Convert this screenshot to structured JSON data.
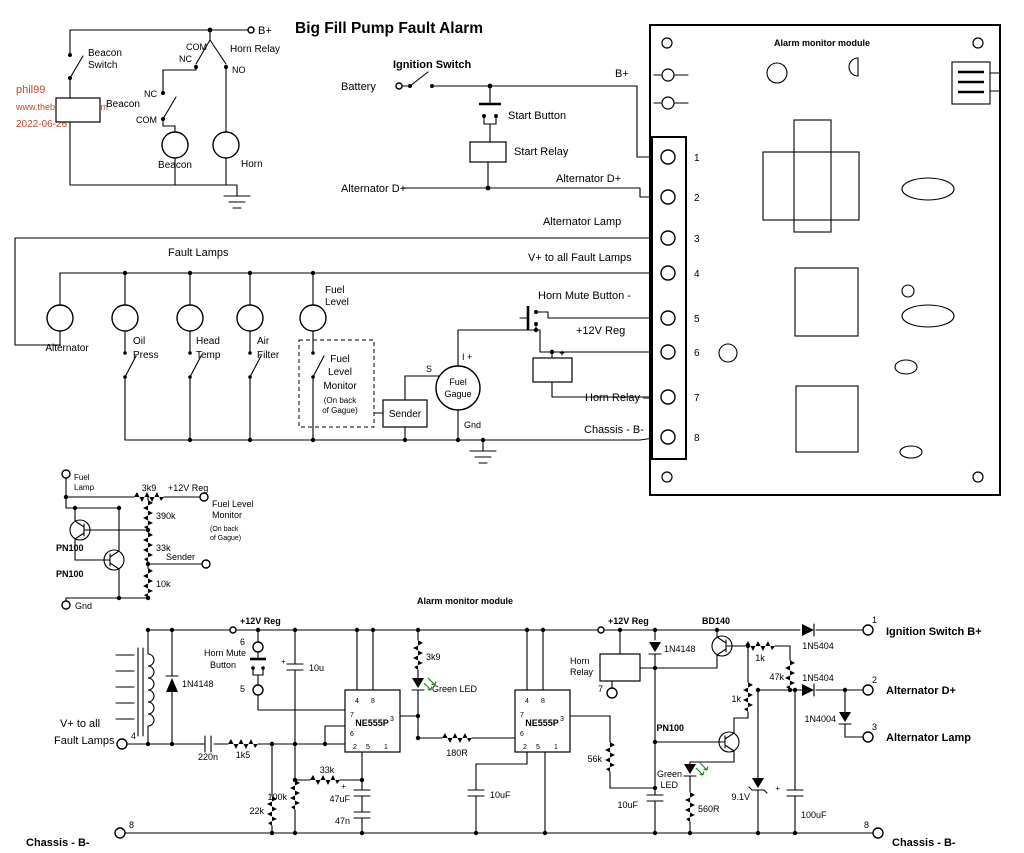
{
  "title": "Big Fill Pump Fault Alarm",
  "credit": {
    "author": "phil99",
    "website": "www.thebackshed.com",
    "date": "2022-06-26"
  },
  "colors": {
    "wire": "#000000",
    "credit_red": "#c8432b",
    "led_green": "#1f8a1f",
    "background": "#ffffff"
  },
  "module": {
    "name": "Alarm monitor module",
    "terminals": [
      "1",
      "2",
      "3",
      "4",
      "5",
      "6",
      "7",
      "8"
    ]
  },
  "labels": {
    "b_plus": "B+",
    "beacon": "Beacon",
    "switch_word": "Switch",
    "horn_relay": "Horn Relay",
    "com": "COM",
    "nc": "NC",
    "no": "NO",
    "horn": "Horn",
    "ignition_switch": "Ignition Switch",
    "battery": "Battery",
    "start_button": "Start Button",
    "start_relay": "Start Relay",
    "alternator_d_plus": "Alternator  D+",
    "alternator_lamp": "Alternator Lamp",
    "v_plus_all": "V+ to all Fault Lamps",
    "horn_mute_button_minus": "Horn Mute Button -",
    "twelve_v_reg": "+12V Reg",
    "horn_relay_minus": "Horn Relay  –",
    "chassis": "Chassis - B-",
    "fault_lamps": "Fault Lamps",
    "alternator": "Alternator",
    "oil": "Oil",
    "press": "Press",
    "head": "Head",
    "temp": "Temp",
    "air": "Air",
    "filter": "Filter",
    "fuel": "Fuel",
    "level": "Level",
    "monitor": "Monitor",
    "on_back": "(On back",
    "of_gague": "of Gague)",
    "sender": "Sender",
    "gague": "Gague",
    "i_plus": "I +",
    "s": "S",
    "gnd": "Gnd",
    "lamp_word": "Lamp",
    "fuel_level": "Fuel Level",
    "plus": "+",
    "r3k9": "3k9",
    "r390k": "390k",
    "r33k": "33k",
    "r10k": "10k",
    "pn100": "PN100",
    "d1n4148": "1N4148",
    "c10u": "10u",
    "green_led": "Green LED",
    "green": "Green",
    "led": "LED",
    "ne555p": "NE555P",
    "relay_word": "Relay",
    "bd140": "BD140",
    "r1k": "1k",
    "r47k": "47k",
    "d1n5404": "1N5404",
    "d1n4004": "1N4004",
    "ignition_b_plus": "Ignition Switch  B+",
    "c220n": "220n",
    "r1k5": "1k5",
    "r180": "180R",
    "r56k": "56k",
    "z9v1": "9.1V",
    "r560": "560R",
    "r22k": "22k",
    "r100k": "100k",
    "c47uf": "47uF",
    "c47n": "47n",
    "c10uf": "10uF",
    "c100uf": "100uF",
    "horn_mute": "Horn Mute",
    "button_word": "Button",
    "v_plus_1": "V+ to all",
    "v_plus_2": "Fault Lamps"
  }
}
